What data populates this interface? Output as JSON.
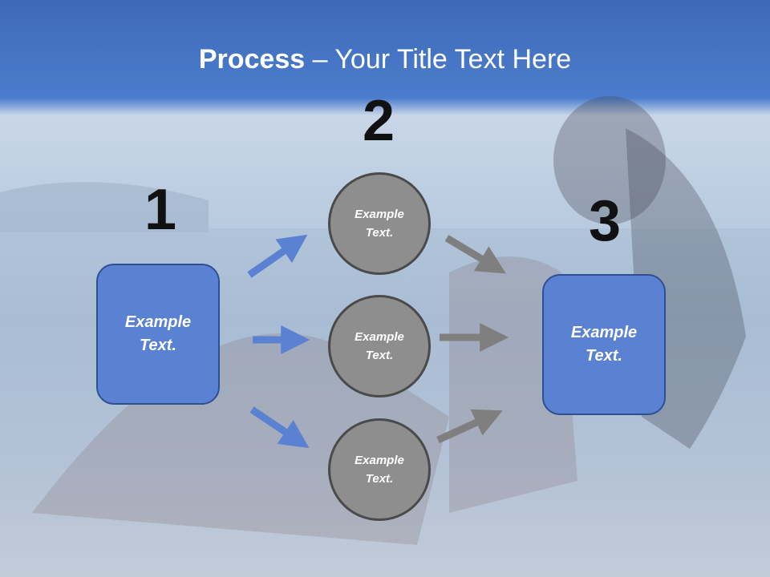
{
  "title": {
    "bold": "Process",
    "rest": " – Your Title Text Here"
  },
  "steps": [
    {
      "number": "1",
      "label": "Example Text."
    },
    {
      "number": "2",
      "label": "Example Text."
    },
    {
      "number": "3",
      "label": "Example Text."
    }
  ],
  "circles": [
    {
      "label": "Example Text."
    },
    {
      "label": "Example Text."
    },
    {
      "label": "Example Text."
    }
  ],
  "colors": {
    "box": "#5b82d2",
    "circle": "#8e8e8e",
    "arrow_blue": "#5b82d2",
    "arrow_gray": "#7f7f7f"
  }
}
